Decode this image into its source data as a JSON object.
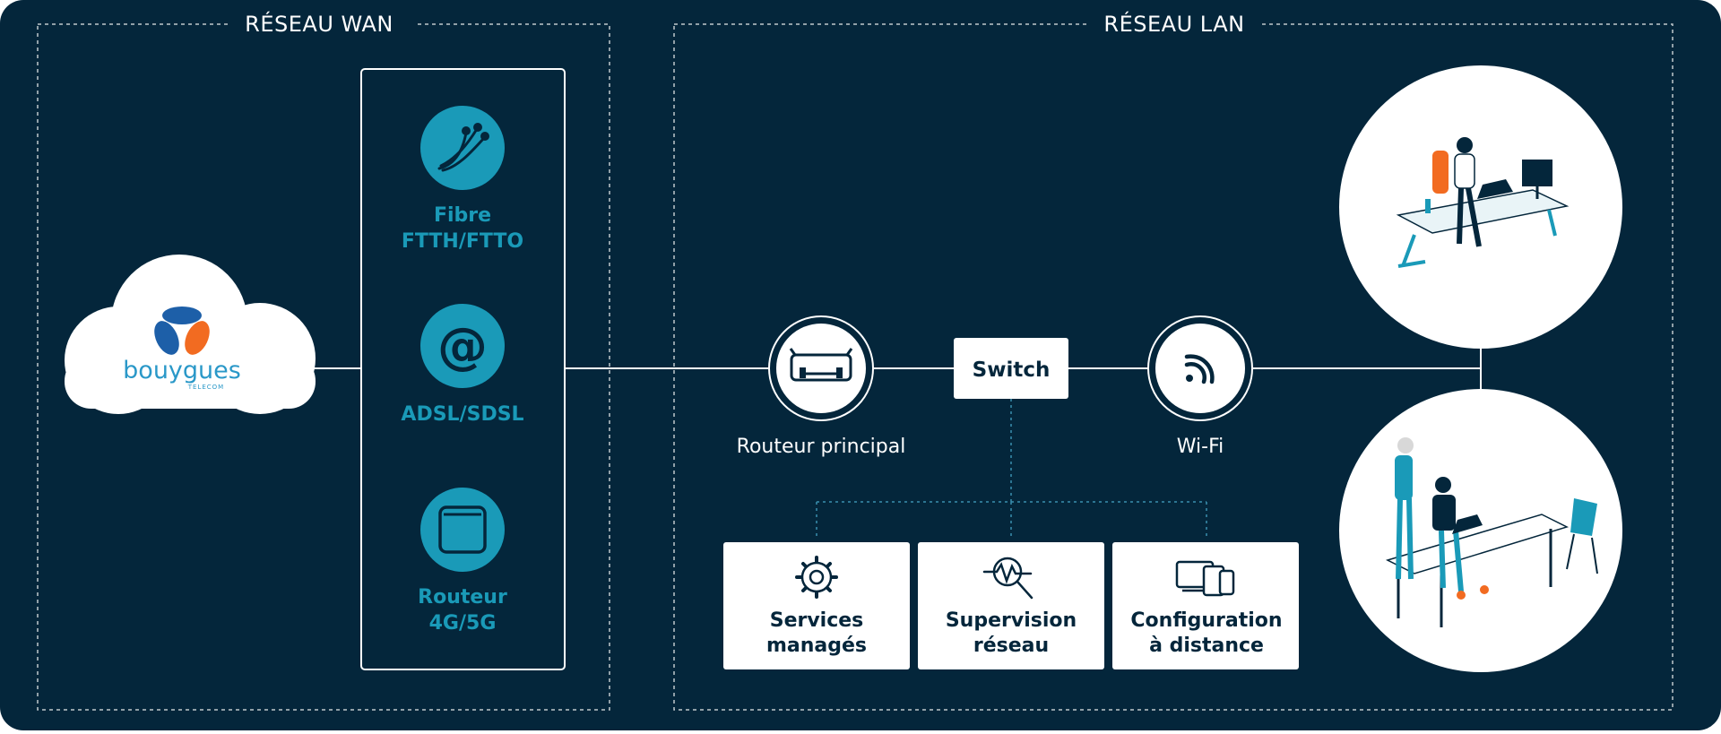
{
  "colors": {
    "background": "#04263b",
    "accent": "#1a9ab8",
    "line": "#ffffff",
    "connector_dashed": "#3a8fb0",
    "cloud": "#ffffff",
    "brand_blue": "#1d5fa8",
    "brand_orange": "#f26b21",
    "brand_text": "#2a98c8"
  },
  "wan": {
    "title": "RÉSEAU WAN",
    "cloud_logo": {
      "brand": "bouygues",
      "subtext": "TELECOM"
    },
    "access_options": [
      {
        "icon": "fiber-icon",
        "line1": "Fibre",
        "line2": "FTTH/FTTO"
      },
      {
        "icon": "at-sign-icon",
        "line1": "ADSL/SDSL",
        "line2": ""
      },
      {
        "icon": "router-box-icon",
        "line1": "Routeur",
        "line2": "4G/5G"
      }
    ]
  },
  "lan": {
    "title": "RÉSEAU LAN",
    "router": {
      "icon": "router-icon",
      "label": "Routeur principal"
    },
    "switch": {
      "label": "Switch"
    },
    "wifi": {
      "icon": "wifi-icon",
      "label": "Wi-Fi"
    },
    "services": [
      {
        "icon": "gear-icon",
        "line1": "Services",
        "line2": "managés"
      },
      {
        "icon": "magnifier-pulse-icon",
        "line1": "Supervision",
        "line2": "réseau"
      },
      {
        "icon": "devices-icon",
        "line1": "Configuration",
        "line2": "à distance"
      }
    ],
    "workspaces": [
      {
        "illustration": "person-at-standing-desk-illustration"
      },
      {
        "illustration": "people-at-meeting-table-illustration"
      }
    ]
  }
}
